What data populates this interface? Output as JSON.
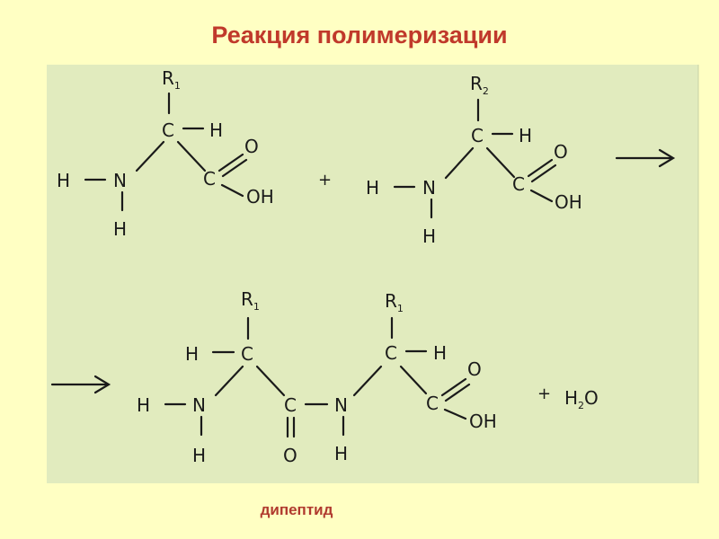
{
  "title": "Реакция полимеризации",
  "caption": "дипептид",
  "colors": {
    "page_background": "#ffffc3",
    "panel_background": "#e1ebbe",
    "title_color": "#c0392b",
    "caption_color": "#b03a2e",
    "ink": "#1a1a1a"
  },
  "reactant1": {
    "substituent": "R",
    "substituent_index": "1",
    "alpha_carbon": "C",
    "alpha_hydrogen": "H",
    "amino_nitrogen": "N",
    "amino_h_left": "H",
    "amino_h_below": "H",
    "carboxyl_carbon": "C",
    "carbonyl_oxygen": "O",
    "hydroxyl": "OH"
  },
  "plus_sign_1": "+",
  "reactant2": {
    "substituent": "R",
    "substituent_index": "2",
    "alpha_carbon": "C",
    "alpha_hydrogen": "H",
    "amino_nitrogen": "N",
    "amino_h_left": "H",
    "amino_h_below": "H",
    "carboxyl_carbon": "C",
    "carbonyl_oxygen": "O",
    "hydroxyl": "OH"
  },
  "arrow_icon_1": "right-arrow-icon",
  "arrow_icon_2": "right-arrow-icon",
  "product": {
    "residue1": {
      "substituent": "R",
      "substituent_index": "1",
      "alpha_carbon": "C",
      "alpha_hydrogen": "H",
      "amino_nitrogen": "N",
      "amino_h_left": "H",
      "amino_h_below": "H"
    },
    "peptide_carbon": "C",
    "peptide_oxygen": "O",
    "peptide_nitrogen": "N",
    "peptide_hydrogen": "H",
    "residue2": {
      "substituent": "R",
      "substituent_index": "1",
      "alpha_carbon": "C",
      "alpha_hydrogen": "H",
      "carboxyl_carbon": "C",
      "carbonyl_oxygen": "O",
      "hydroxyl": "OH"
    }
  },
  "plus_sign_2": "+",
  "water": {
    "h": "H",
    "h_count": "2",
    "o": "O"
  }
}
